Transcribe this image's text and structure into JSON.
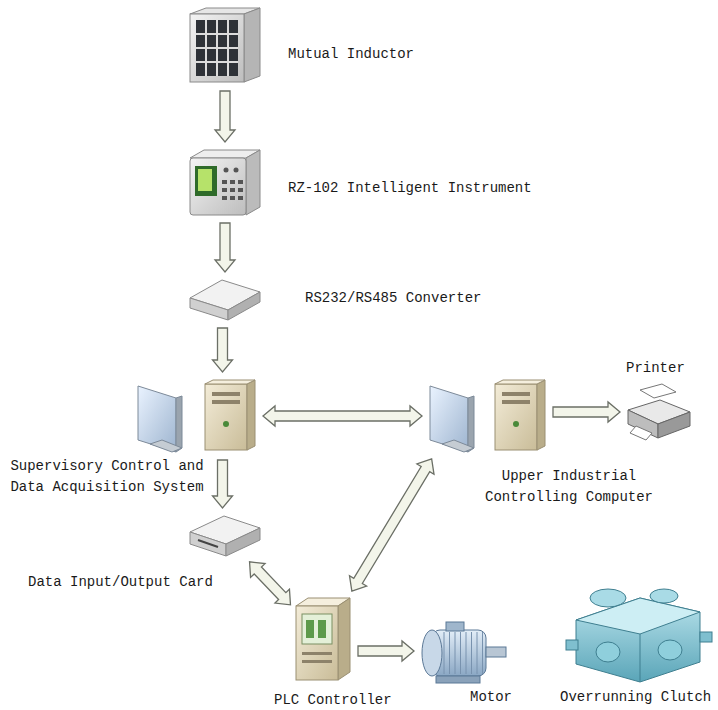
{
  "diagram": {
    "nodes": [
      {
        "text": [
          "Mutual Inductor"
        ]
      },
      {
        "text": [
          "RZ-102 Intelligent Instrument"
        ]
      },
      {
        "text": [
          "RS232/RS485 Converter"
        ]
      },
      {
        "text": [
          "Supervisory Control and Data Acquisition System"
        ]
      },
      {
        "text": [
          "Upper Industrial Controlling Computer"
        ]
      },
      {
        "text": [
          "Printer"
        ]
      },
      {
        "text": [
          "Data Input/Output Card"
        ]
      },
      {
        "text": [
          "PLC Controller"
        ]
      },
      {
        "text": [
          "Motor"
        ]
      },
      {
        "text": [
          "Overrunning Clutch"
        ]
      }
    ],
    "edges": [
      {
        "from": 0,
        "to": 1,
        "arrow": "to"
      },
      {
        "from": 1,
        "to": 2,
        "arrow": "to"
      },
      {
        "from": 2,
        "to": 3,
        "arrow": "to"
      },
      {
        "from": 3,
        "to": 4,
        "arrow": "both"
      },
      {
        "from": 4,
        "to": 5,
        "arrow": "to"
      },
      {
        "from": 3,
        "to": 6,
        "arrow": "to"
      },
      {
        "from": 6,
        "to": 7,
        "arrow": "both"
      },
      {
        "from": 7,
        "to": 4,
        "arrow": "both"
      },
      {
        "from": 7,
        "to": 8,
        "arrow": "to"
      }
    ]
  }
}
